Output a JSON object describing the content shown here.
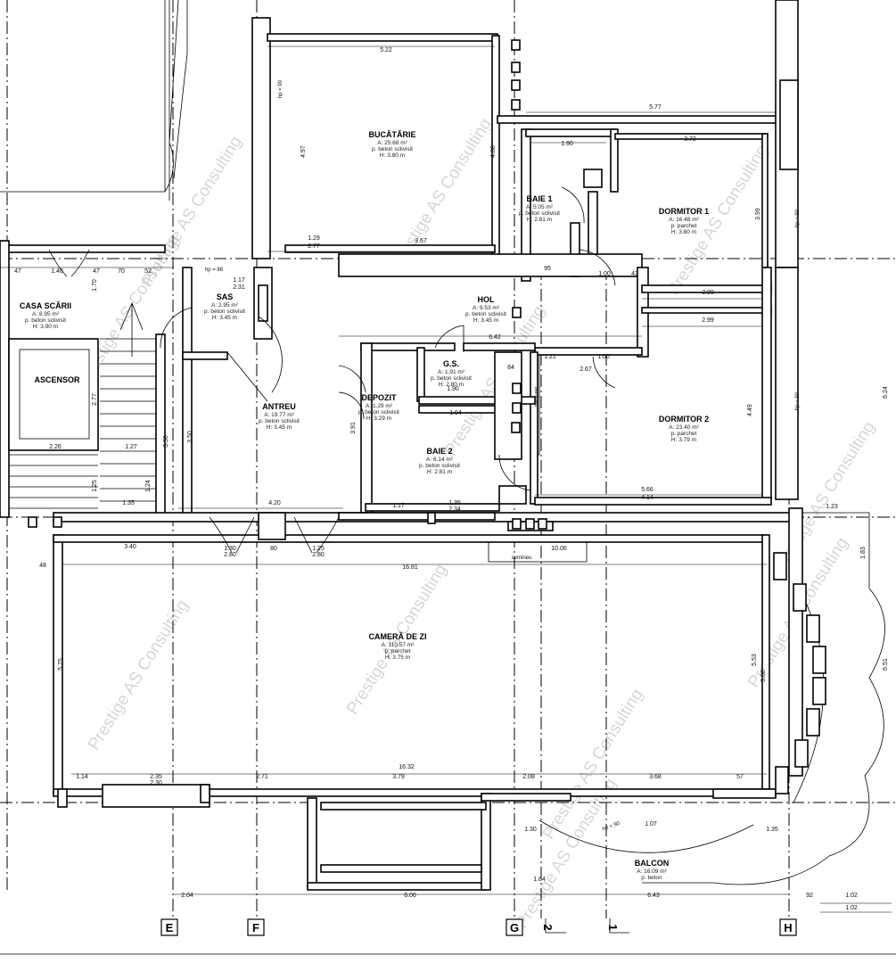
{
  "plan": {
    "rooms": [
      {
        "name": "BUCĂTĂRIE",
        "area": "A: 25.68 m²",
        "floor": "p. beton sclivisit",
        "height": "H: 3.80 m"
      },
      {
        "name": "BAIE 1",
        "area": "A: 5.05 m²",
        "floor": "p. beton sclivisit",
        "height": "H: 2.81 m"
      },
      {
        "name": "DORMITOR 1",
        "area": "A: 16.48 m²",
        "floor": "p. parchet",
        "height": "H: 3.80 m"
      },
      {
        "name": "CASA SCĂRII",
        "area": "A: 8.95 m²",
        "floor": "p. beton sclivisit",
        "height": "H: 3.90 m"
      },
      {
        "name": "SAS",
        "area": "A: 2.95 m²",
        "floor": "p. beton sclivisit",
        "height": "H: 3.45 m"
      },
      {
        "name": "HOL",
        "area": "A: 9.53 m²",
        "floor": "p. beton sclivisit",
        "height": "H: 3.45 m"
      },
      {
        "name": "G.S.",
        "area": "A: 1.91 m²",
        "floor": "p. beton sclivisit",
        "height": "H: 2.80 m"
      },
      {
        "name": "DEPOZIT",
        "area": "A: 1.29 m²",
        "floor": "p. beton sclivisit",
        "height": "H: 3.29 m"
      },
      {
        "name": "ANTREU",
        "area": "A: 19.77 m²",
        "floor": "p. beton sclivisit",
        "height": "H: 3.45 m"
      },
      {
        "name": "BAIE 2",
        "area": "A: 6.14 m²",
        "floor": "p. beton sclivisit",
        "height": "H: 2.81 m"
      },
      {
        "name": "DORMITOR 2",
        "area": "A: 23.40 m²",
        "floor": "p. parchet",
        "height": "H: 3.79 m"
      },
      {
        "name": "CAMERĂ DE ZI",
        "area": "A: 110.57 m²",
        "floor": "p. parchet",
        "height": "H: 3.75 m"
      },
      {
        "name": "BALCON",
        "area": "A: 16.09 m²",
        "floor": "p. beton",
        "height": ""
      }
    ],
    "ascensor_label": "ASCENSOR",
    "fireplace_labels": [
      "semineu",
      "semineu"
    ],
    "sill_labels": [
      "hp = 88",
      "hp = 90",
      "hp = 90",
      "hp = 90",
      "hp = 90"
    ],
    "grid_axes": [
      "E",
      "F",
      "G",
      "H",
      "2",
      "1"
    ],
    "dimensions": [
      "5.22",
      "5.77",
      "1.90",
      "3.72",
      "3.67",
      "1.29",
      "2.77",
      "47",
      "1.40",
      "47",
      "70",
      "52",
      "1.17",
      "2.31",
      "6.42",
      "2.99",
      "2.99",
      "1.00",
      "43",
      "95",
      "1.21",
      "1.00",
      "2.67",
      "84",
      "1.90",
      "1.94",
      "5.66",
      "4.14",
      "4.20",
      "1.30",
      "2.80",
      "80",
      "1.25",
      "2.80",
      "3.40",
      "10.06",
      "16.81",
      "48",
      "5.75",
      "16.32",
      "2.35",
      "2.30",
      "2.71",
      "3.79",
      "2.08",
      "3.68",
      "57",
      "1.14",
      "6.24",
      "6.51",
      "1.83",
      "1.23",
      "2.04",
      "6.06",
      "6.43",
      "92",
      "1.02",
      "1.02",
      "1.35",
      "1.07",
      "1.30",
      "1.84",
      "3.50",
      "5.53",
      "3.68",
      "4.49",
      "3.99",
      "4.97",
      "4.88",
      "1.35",
      "2.34",
      "1.17",
      "3.91",
      "1.70",
      "2.77",
      "2.26",
      "1.27",
      "1.35",
      "3.50",
      "1.24",
      "1.25"
    ],
    "watermark": "Prestige AS Consulting"
  }
}
